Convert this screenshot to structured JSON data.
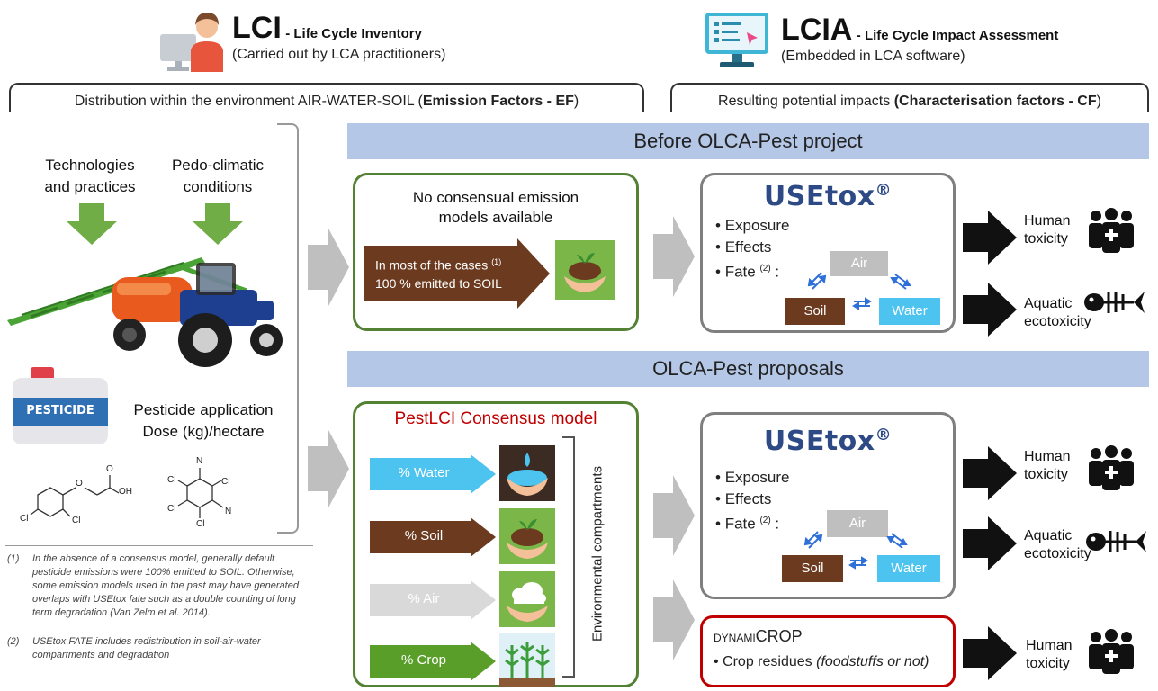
{
  "lci": {
    "title": "LCI",
    "subtitle": "- Life Cycle Inventory",
    "note": "(Carried out by LCA practitioners)",
    "bar_text_plain": "Distribution within the environment AIR-WATER-SOIL (",
    "bar_text_bold": "Emission Factors - EF",
    "bar_text_end": ")"
  },
  "lcia": {
    "title": "LCIA",
    "subtitle": "- Life Cycle Impact Assessment",
    "note": "(Embedded in LCA software)",
    "bar_text_plain": "Resulting potential impacts ",
    "bar_text_bold": "(Characterisation factors - CF",
    "bar_text_end": ")"
  },
  "left": {
    "tech_line1": "Technologies",
    "tech_line2": "and practices",
    "pedo_line1": "Pedo-climatic",
    "pedo_line2": "conditions",
    "pesticide_label": "PESTICIDE",
    "app_line1": "Pesticide application",
    "app_line2": "Dose (kg)/hectare",
    "mol_atoms": [
      "O",
      "OH",
      "O",
      "Cl",
      "Cl",
      "N",
      "Cl",
      "Cl",
      "Cl",
      "Cl",
      "N"
    ]
  },
  "bands": {
    "before": "Before OLCA-Pest project",
    "proposals": "OLCA-Pest proposals"
  },
  "before_box": {
    "line1": "No consensual emission",
    "line2": "models available",
    "arrow_line1": "In most of the cases",
    "arrow_sup": "(1)",
    "arrow_line2": "100 % emitted to SOIL"
  },
  "usetox": {
    "logo": "USEtox",
    "reg": "®",
    "items": [
      "Exposure",
      "Effects",
      "Fate"
    ],
    "fate_sup": "(2)",
    "fate_colon": " :",
    "air": "Air",
    "soil": "Soil",
    "water": "Water"
  },
  "impacts": {
    "human_line1": "Human",
    "human_line2": "toxicity",
    "aquatic_line1": "Aquatic",
    "aquatic_line2": "ecotoxicity"
  },
  "pestlci": {
    "title": "PestLCI Consensus model",
    "water": "% Water",
    "soil": "% Soil",
    "air": "% Air",
    "crop": "% Crop",
    "compartments": "Environmental compartments"
  },
  "dynamicrop": {
    "title_small": "DYNAMI",
    "title_big": "CROP",
    "item": "Crop residues",
    "item_italic": "(foodstuffs or not)"
  },
  "footnotes": {
    "n1_num": "(1)",
    "n1": "In the absence of a consensus model, generally default pesticide emissions were 100% emitted to SOIL. Otherwise, some emission models used in the past may have generated overlaps with USEtox fate such as a double counting of long term degradation (Van Zelm et al. 2014).",
    "n2_num": "(2)",
    "n2": "USEtox FATE includes redistribution in soil-air-water compartments and degradation"
  },
  "colors": {
    "band": "#b4c7e7",
    "green_border": "#548235",
    "brown": "#6b3a1f",
    "cyan": "#4dc3f0",
    "grey_chip": "#bfbfbf",
    "green_chip": "#5a9e2a",
    "red_border": "#c00000",
    "usetox_blue": "#2e4a86"
  }
}
